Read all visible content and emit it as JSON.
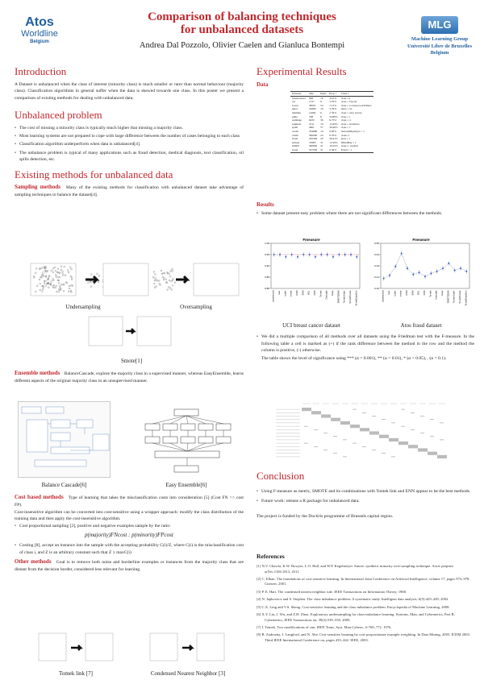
{
  "header": {
    "left_logo_line1": "Atos",
    "left_logo_line2": "Worldline",
    "left_logo_line3": "Belgium",
    "title_line1": "Comparison of balancing techniques",
    "title_line2": "for unbalanced datasets",
    "authors": "Andrea Dal Pozzolo, Olivier Caelen and Gianluca Bontempi",
    "right_logo": "MLG",
    "right_line1": "Machine Learning Group",
    "right_line2": "Université Libre de Bruxelles",
    "right_line3": "Belgium",
    "accent": "#c1272d",
    "brand_blue": "#1f5f9e"
  },
  "intro": {
    "heading": "Introduction",
    "text": "A Dataset is unbalanced when the class of interest (minority class) is much smaller or rarer than normal behaviour (majority class). Classification algorithms in general suffer when the data is skewed towards one class. In this poster we present a comparison of existing methods for dealing with unbalanced data."
  },
  "problem": {
    "heading": "Unbalanced problem",
    "bullets": [
      "The cost of missing a minority class is typically much higher that missing a majority class.",
      "Most learning systems are not prepared to cope with large difference between the number of cases belonging to each class",
      "Classification algorithm underperform when data is unbalanced[4].",
      "The unbalance problem is typical of many applications such as fraud detection, medical diagnosis, text classification, oil spills detection, etc."
    ]
  },
  "methods": {
    "heading": "Existing methods for unbalanced data",
    "sampling_title": "Sampling methods",
    "sampling_text": "Many of the existing methods for classification with unbalanced dataset take advantage of sampling techniques to balance the dataset[4].",
    "cap_under": "Undersampling",
    "cap_over": "Oversampling",
    "cap_smote": "Smote[1]",
    "ensemble_title": "Ensemble methods",
    "ensemble_text": "BalanceCascade, explore the majority class in a supervised manner, whereas EasyEnsemble, learns different aspects of the original majority class in an unsupervised manner.",
    "cap_cascade": "Balance Cascade[6]",
    "cap_easy": "Easy Ensemble[6]",
    "cost_title": "Cost based methods",
    "cost_text1": "Type of learning that takes the misclassification costs into consideration [5] (Cost FN >> cost FP).",
    "cost_text2": "Cost-insensitive algorithm can be converted into cost-sensitive using a wrapper approach: modify the class distribution of the training data and then apply the cost-insensitive algorithm.",
    "cost_bullet1": "Cost proportional sampling [2], positive and negative examples sample by the ratio:",
    "formula": "p(majority)FNcost : p(minority)FPcost",
    "cost_bullet2": "Costing [8], accept an instance into the sample with the accepting probability C(i)/Z, where C(i) is the misclassification cost of class i, and Z is an arbitrary constant such that Z ≥ maxC(i)",
    "other_title": "Other methods",
    "other_text": "Goal is to remove both noise and borderline examples or instances from the majority class that are distant from the decision border, considered less relevant for learning.",
    "cap_tomek": "Tomek link [7]",
    "cap_cnn": "Condensed Nearest Neighbor [3]"
  },
  "experimental": {
    "heading": "Experimental Results",
    "data_title": "Data",
    "table_headers": [
      "Datasets",
      "Size",
      "Input",
      "Prop +",
      "Class 1"
    ],
    "table_rows": [
      [
        "breastcancer",
        "698",
        "10",
        "34.5%",
        "class =4"
      ],
      [
        "car",
        "1727",
        "6",
        "3.76%",
        "class = Vgood"
      ],
      [
        "forest",
        "38501",
        "54",
        "7.13%",
        "class = Cottonwood/Willow"
      ],
      [
        "letter",
        "19999",
        "16",
        "3.76%",
        "letter = W"
      ],
      [
        "mammo",
        "11962",
        "6",
        "2.33%",
        "class = very severe"
      ],
      [
        "pima",
        "768",
        "8",
        "34.89%",
        "class = 1"
      ],
      [
        "satimage",
        "6433",
        "36",
        "9.73%",
        "class = 4"
      ],
      [
        "segment",
        "2311",
        "19",
        "14.29%",
        "class = brickface"
      ],
      [
        "spam",
        "4601",
        "57",
        "39.40%",
        "class = 1"
      ],
      [
        "credit",
        "334980",
        "10",
        "9.00%",
        "SeriousDlqin2yrs = 1"
      ],
      [
        "claim",
        "300000",
        "24",
        "9.76%",
        "class=1"
      ],
      [
        "fraud",
        "265549",
        "20",
        "36.41%",
        "alert = 1"
      ],
      [
        "kicked",
        "72983",
        "31",
        "12.29%",
        "IsBadBuy = 1"
      ],
      [
        "bild09",
        "300965",
        "41",
        "19.45%",
        "class != normal"
      ],
      [
        "fraud",
        "527036",
        "51",
        "0.36%",
        "Fraud = 1"
      ]
    ],
    "results_title": "Results",
    "results_bullet1": "Some dataset present easy problem where there are not significant differences between the methods.",
    "chart_title": "Fmeasure",
    "cap_ucI": "UCI breast cancer dataset",
    "cap_fraud": "Atos fraud dataset",
    "results_bullet2": "We did a multiple comparison of all methods over all datasets using the Friedman test with the F-measure. In the following table a cell is marked as (+) if the rank difference between the method in the row and the method the column is positive, (-) otherwise.",
    "results_text3": "The table shows the level of significance using *** (α = 0.001), ** (α = 0.01), * (α = 0.05), . (α = 0.1)."
  },
  "chart_data": [
    {
      "type": "scatter",
      "title": "Fmeasure",
      "categories": [
        "unbalanced",
        "over",
        "under",
        "smote",
        "CNN",
        "ENN",
        "NCL",
        "OSS",
        "Tomek",
        "Cascade",
        "Easy",
        "SMOTEENN",
        "TomekUnder",
        "TomekSmote",
        "TomekEasyEns"
      ],
      "values": [
        0.95,
        0.95,
        0.94,
        0.95,
        0.94,
        0.95,
        0.95,
        0.94,
        0.95,
        0.95,
        0.94,
        0.95,
        0.95,
        0.95,
        0.94
      ],
      "ylim": [
        0.8,
        1.0
      ]
    },
    {
      "type": "scatter",
      "title": "Fmeasure",
      "categories": [
        "unbalanced",
        "over",
        "under",
        "smote",
        "CNN",
        "ENN",
        "NCL",
        "OSS",
        "Tomek",
        "Cascade",
        "Easy",
        "SMOTEENN",
        "TomekUnder",
        "TomekSmote",
        "TomekEasyEns"
      ],
      "values": [
        0.2,
        0.23,
        0.32,
        0.45,
        0.3,
        0.24,
        0.26,
        0.22,
        0.25,
        0.27,
        0.3,
        0.35,
        0.28,
        0.3,
        0.27
      ],
      "ylim": [
        0.1,
        0.55
      ]
    }
  ],
  "conclusion": {
    "heading": "Conclusion",
    "bullet1": "Using F-measure as metric, SMOTE and its combinations with Tomek link and ENN appear to be the best methods.",
    "bullet2": "Future work: release a R package for unbalanced data.",
    "funding": "The project is funded by the Doctiris programme of Brussels capital region."
  },
  "references": {
    "heading": "References",
    "items": [
      "[1] N.V. Chawla, K.W. Bowyer, L.O. Hall, and W.P. Kegelmeyer. Smote: synthetic minority over-sampling technique. Arxiv preprint arXiv:1106.1813, 2011.",
      "[2] C. Elkan. The foundations of cost-sensitive learning. In International Joint Conference on Artificial Intelligence, volume 17, pages 973–978. Citeseer, 2001.",
      "[3] P. E. Hart. The condensed nearest neighbor rule. IEEE Transactions on Information Theory, 1968.",
      "[4] N. Japkowicz and S. Stephen. The class imbalance problem: A systematic study. Intelligent data analysis, 6(5):429–449, 2002.",
      "[5] C.X. Ling and V.S. Sheng. Cost-sensitive learning and the class imbalance problem. Encyclopedia of Machine Learning, 2008.",
      "[6] X.Y. Liu, J. Wu, and Z.H. Zhou. Exploratory undersampling for class-imbalance learning. Systems, Man, and Cybernetics, Part B: Cybernetics, IEEE Transactions on, 39(2):539–550, 2009.",
      "[7] I. Tomek. Two modifications of cnn. IEEE Trans. Syst. Man Cybern., 6:769–772, 1976.",
      "[8] B. Zadrozny, J. Langford, and N. Abe. Cost-sensitive learning by cost-proportionate example weighting. In Data Mining, 2003. ICDM 2003. Third IEEE International Conference on, pages 435–442. IEEE, 2003."
    ]
  }
}
